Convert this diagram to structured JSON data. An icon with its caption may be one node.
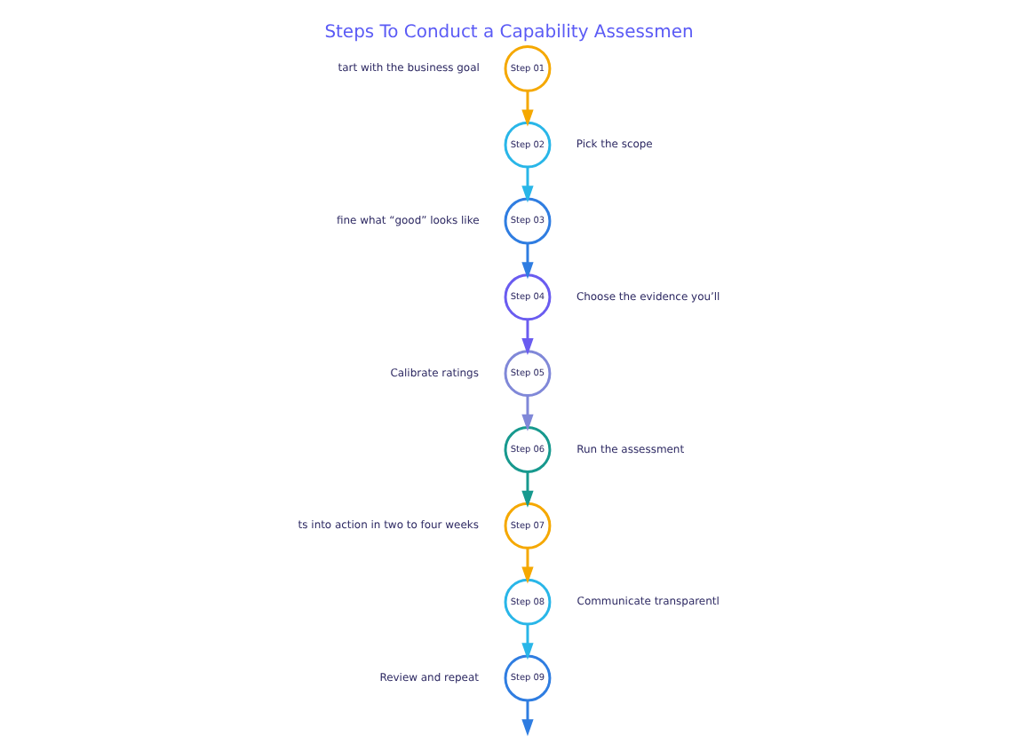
{
  "diagram": {
    "title": "Steps To Conduct a Capability Assessmen",
    "nodes": [
      {
        "text": [
          "Step 01"
        ],
        "beside": [
          "tart with the business goal"
        ]
      },
      {
        "text": [
          "Step 02"
        ],
        "beside": [
          "Pick the scope"
        ]
      },
      {
        "text": [
          "Step 03"
        ],
        "beside": [
          "fine what “good” looks like"
        ]
      },
      {
        "text": [
          "Step 04"
        ],
        "beside": [
          "Choose the evidence you’ll"
        ]
      },
      {
        "text": [
          "Step 05"
        ],
        "beside": [
          "Calibrate ratings"
        ]
      },
      {
        "text": [
          "Step 06"
        ],
        "beside": [
          "Run the assessment"
        ]
      },
      {
        "text": [
          "Step 07"
        ],
        "beside": [
          "ts into action in two to four weeks"
        ]
      },
      {
        "text": [
          "Step 08"
        ],
        "beside": [
          "Communicate transparentl"
        ]
      },
      {
        "text": [
          "Step 09"
        ],
        "beside": [
          "Review and repeat"
        ]
      }
    ],
    "edges": [
      {
        "from": 0,
        "to": 1,
        "arrow": "to",
        "color": "#f5a800"
      },
      {
        "from": 1,
        "to": 2,
        "arrow": "to",
        "color": "#29b6e8"
      },
      {
        "from": 2,
        "to": 3,
        "arrow": "to",
        "color": "#2f7de1"
      },
      {
        "from": 3,
        "to": 4,
        "arrow": "to",
        "color": "#6a5cf0"
      },
      {
        "from": 4,
        "to": 5,
        "arrow": "to",
        "color": "#8088d8"
      },
      {
        "from": 5,
        "to": 6,
        "arrow": "to",
        "color": "#17998e"
      },
      {
        "from": 6,
        "to": 7,
        "arrow": "to",
        "color": "#f5a800"
      },
      {
        "from": 7,
        "to": 8,
        "arrow": "to",
        "color": "#29b6e8"
      },
      {
        "from": 8,
        "to": null,
        "arrow": "to",
        "color": "#2f7de1"
      }
    ]
  }
}
